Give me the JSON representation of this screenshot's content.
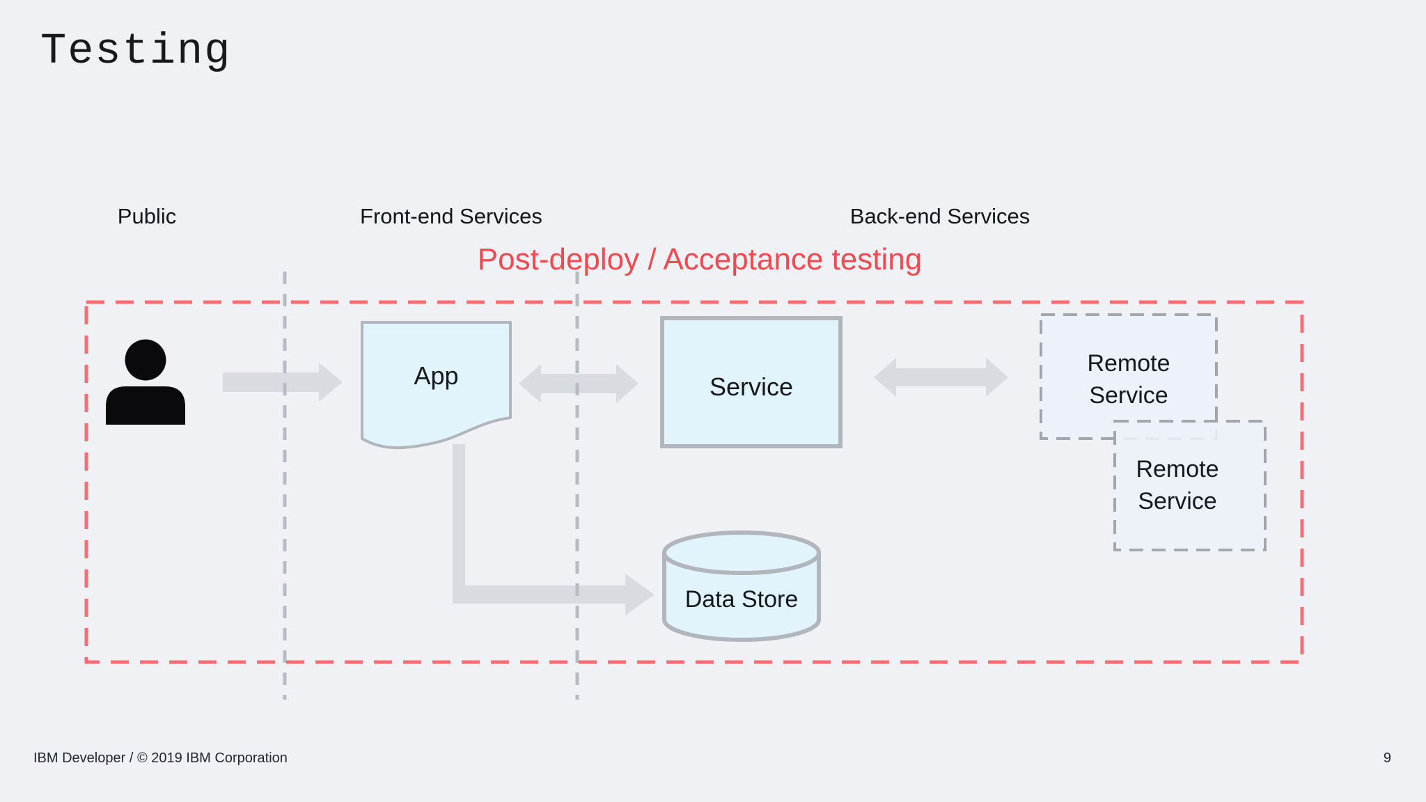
{
  "slide": {
    "title": "Testing",
    "footer": "IBM Developer / © 2019 IBM Corporation",
    "page_number": "9"
  },
  "lanes": {
    "public_label": "Public",
    "frontend_label": "Front-end Services",
    "backend_label": "Back-end Services"
  },
  "diagram": {
    "test_boundary_label": "Post-deploy / Acceptance testing",
    "nodes": {
      "app": "App",
      "service": "Service",
      "remote_service_1": "Remote Service",
      "remote_service_2": "Remote Service",
      "data_store": "Data Store"
    },
    "icons": {
      "user": "user-icon"
    },
    "colors": {
      "background": "#eff1f5",
      "boundary_red_dash": "#f66d74",
      "heading_red": "#ef4a50",
      "node_fill": "#e1f3fb",
      "node_border": "#b0b6bc",
      "remote_fill": "#edf1f9",
      "remote_border": "#a1a7ad",
      "lane_divider_gray": "#b7bcc2",
      "arrow_gray": "#d8dbe0",
      "person_black": "#0a0a0c",
      "text_dark": "#1a1e22"
    }
  }
}
